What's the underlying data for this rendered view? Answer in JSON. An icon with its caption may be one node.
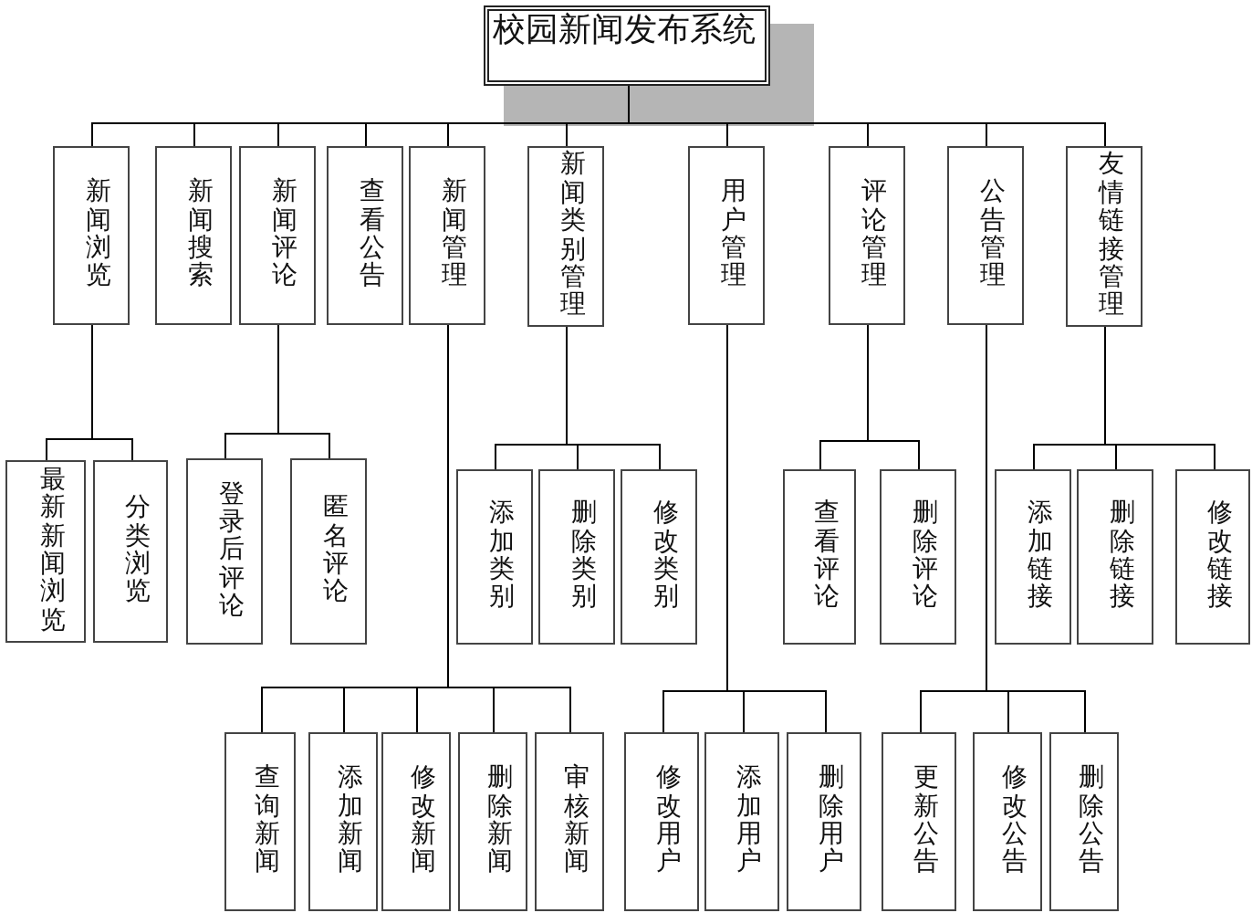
{
  "diagram": {
    "nodes": [
      {
        "text": [
          "校园新闻发布系统"
        ]
      },
      {
        "text": [
          "新闻浏览"
        ]
      },
      {
        "text": [
          "新闻搜索"
        ]
      },
      {
        "text": [
          "新闻评论"
        ]
      },
      {
        "text": [
          "查看公告"
        ]
      },
      {
        "text": [
          "新闻管理"
        ]
      },
      {
        "text": [
          "新闻类别管理"
        ]
      },
      {
        "text": [
          "用户管理"
        ]
      },
      {
        "text": [
          "评论管理"
        ]
      },
      {
        "text": [
          "公告管理"
        ]
      },
      {
        "text": [
          "友情链接管理"
        ]
      },
      {
        "text": [
          "最新新闻浏览"
        ]
      },
      {
        "text": [
          "分类浏览"
        ]
      },
      {
        "text": [
          "登录后评论"
        ]
      },
      {
        "text": [
          "匿名评论"
        ]
      },
      {
        "text": [
          "添加类别"
        ]
      },
      {
        "text": [
          "删除类别"
        ]
      },
      {
        "text": [
          "修改类别"
        ]
      },
      {
        "text": [
          "查看评论"
        ]
      },
      {
        "text": [
          "删除评论"
        ]
      },
      {
        "text": [
          "添加链接"
        ]
      },
      {
        "text": [
          "删除链接"
        ]
      },
      {
        "text": [
          "修改链接"
        ]
      },
      {
        "text": [
          "查询新闻"
        ]
      },
      {
        "text": [
          "添加新闻"
        ]
      },
      {
        "text": [
          "修改新闻"
        ]
      },
      {
        "text": [
          "删除新闻"
        ]
      },
      {
        "text": [
          "审核新闻"
        ]
      },
      {
        "text": [
          "修改用户"
        ]
      },
      {
        "text": [
          "添加用户"
        ]
      },
      {
        "text": [
          "删除用户"
        ]
      },
      {
        "text": [
          "更新公告"
        ]
      },
      {
        "text": [
          "修改公告"
        ]
      },
      {
        "text": [
          "删除公告"
        ]
      }
    ],
    "edges": [
      {
        "from": 0,
        "to": 1,
        "arrow": "none"
      },
      {
        "from": 0,
        "to": 2,
        "arrow": "none"
      },
      {
        "from": 0,
        "to": 3,
        "arrow": "none"
      },
      {
        "from": 0,
        "to": 4,
        "arrow": "none"
      },
      {
        "from": 0,
        "to": 5,
        "arrow": "none"
      },
      {
        "from": 0,
        "to": 6,
        "arrow": "none"
      },
      {
        "from": 0,
        "to": 7,
        "arrow": "none"
      },
      {
        "from": 0,
        "to": 8,
        "arrow": "none"
      },
      {
        "from": 0,
        "to": 9,
        "arrow": "none"
      },
      {
        "from": 0,
        "to": 10,
        "arrow": "none"
      },
      {
        "from": 1,
        "to": 11,
        "arrow": "none"
      },
      {
        "from": 1,
        "to": 12,
        "arrow": "none"
      },
      {
        "from": 3,
        "to": 13,
        "arrow": "none"
      },
      {
        "from": 3,
        "to": 14,
        "arrow": "none"
      },
      {
        "from": 6,
        "to": 15,
        "arrow": "none"
      },
      {
        "from": 6,
        "to": 16,
        "arrow": "none"
      },
      {
        "from": 6,
        "to": 17,
        "arrow": "none"
      },
      {
        "from": 8,
        "to": 18,
        "arrow": "none"
      },
      {
        "from": 8,
        "to": 19,
        "arrow": "none"
      },
      {
        "from": 10,
        "to": 20,
        "arrow": "none"
      },
      {
        "from": 10,
        "to": 21,
        "arrow": "none"
      },
      {
        "from": 10,
        "to": 22,
        "arrow": "none"
      },
      {
        "from": 5,
        "to": 23,
        "arrow": "none"
      },
      {
        "from": 5,
        "to": 24,
        "arrow": "none"
      },
      {
        "from": 5,
        "to": 25,
        "arrow": "none"
      },
      {
        "from": 5,
        "to": 26,
        "arrow": "none"
      },
      {
        "from": 5,
        "to": 27,
        "arrow": "none"
      },
      {
        "from": 7,
        "to": 28,
        "arrow": "none"
      },
      {
        "from": 7,
        "to": 29,
        "arrow": "none"
      },
      {
        "from": 7,
        "to": 30,
        "arrow": "none"
      },
      {
        "from": 9,
        "to": 31,
        "arrow": "none"
      },
      {
        "from": 9,
        "to": 32,
        "arrow": "none"
      },
      {
        "from": 9,
        "to": 33,
        "arrow": "none"
      }
    ]
  }
}
